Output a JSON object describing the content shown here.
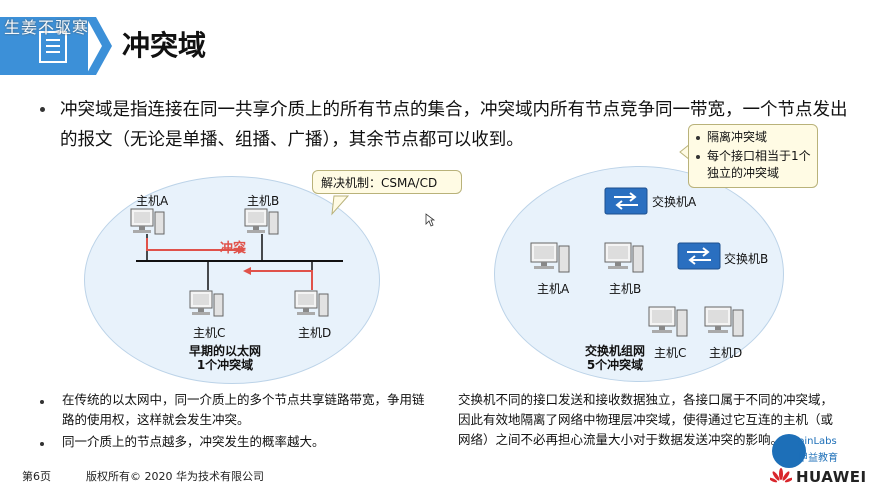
{
  "watermark": "生姜不驱寒",
  "title": "冲突域",
  "main_bullet": "冲突域是指连接在同一共享介质上的所有节点的集合，冲突域内所有节点竞争同一带宽，一个节点发出的报文（无论是单播、组播、广播），其余节点都可以收到。",
  "left_diagram": {
    "callout": "解决机制：CSMA/CD",
    "collision_label": "冲突",
    "hosts": [
      "主机A",
      "主机B",
      "主机C",
      "主机D"
    ],
    "caption_line1": "早期的以太网",
    "caption_line2": "1个冲突域"
  },
  "right_diagram": {
    "callout_items": [
      "隔离冲突域",
      "每个接口相当于1个独立的冲突域"
    ],
    "switch_a": "交换机A",
    "switch_b": "交换机B",
    "hosts": [
      "主机A",
      "主机B",
      "主机C",
      "主机D"
    ],
    "caption_line1": "交换机组网",
    "caption_line2": "5个冲突域"
  },
  "left_notes": [
    "在传统的以太网中，同一介质上的多个节点共享链路带宽，争用链路的使用权，这样就会发生冲突。",
    "同一介质上的节点越多，冲突发生的概率越大。"
  ],
  "right_note": "交换机不同的接口发送和接收数据独立，各接口属于不同的冲突域，因此有效地隔离了网络中物理层冲突域，使得通过它互连的主机（或网络）之间不必再担心流量大小对于数据发送冲突的影响。",
  "footer": {
    "page": "第6页",
    "copyright": "版权所有© 2020 华为技术有限公司",
    "logo_text": "HUAWEI",
    "partner": "pinLabs",
    "partner_sub": "甲益教育"
  },
  "colors": {
    "accent": "#3c90d8",
    "collision": "#e0524a",
    "switch": "#2a6fc0",
    "link_arrow": "#2f8fd6"
  }
}
